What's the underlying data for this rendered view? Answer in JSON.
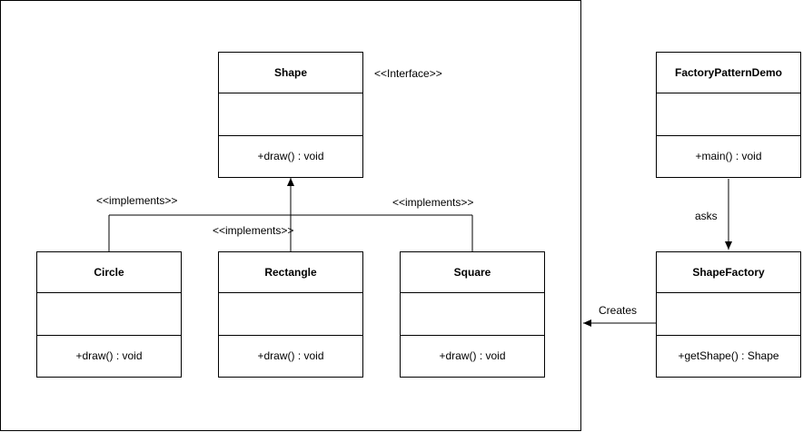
{
  "diagram": {
    "interface_stereotype": "<<Interface>>",
    "classes": {
      "shape": {
        "name": "Shape",
        "method": "+draw() : void"
      },
      "circle": {
        "name": "Circle",
        "method": "+draw() : void"
      },
      "rectangle": {
        "name": "Rectangle",
        "method": "+draw() : void"
      },
      "square": {
        "name": "Square",
        "method": "+draw() : void"
      },
      "factory_pattern_demo": {
        "name": "FactoryPatternDemo",
        "method": "+main() : void"
      },
      "shape_factory": {
        "name": "ShapeFactory",
        "method": "+getShape() : Shape"
      }
    },
    "edge_labels": {
      "implements_circle": "<<implements>>",
      "implements_rectangle": "<<implements>>",
      "implements_square": "<<implements>>",
      "asks": "asks",
      "creates": "Creates"
    }
  }
}
